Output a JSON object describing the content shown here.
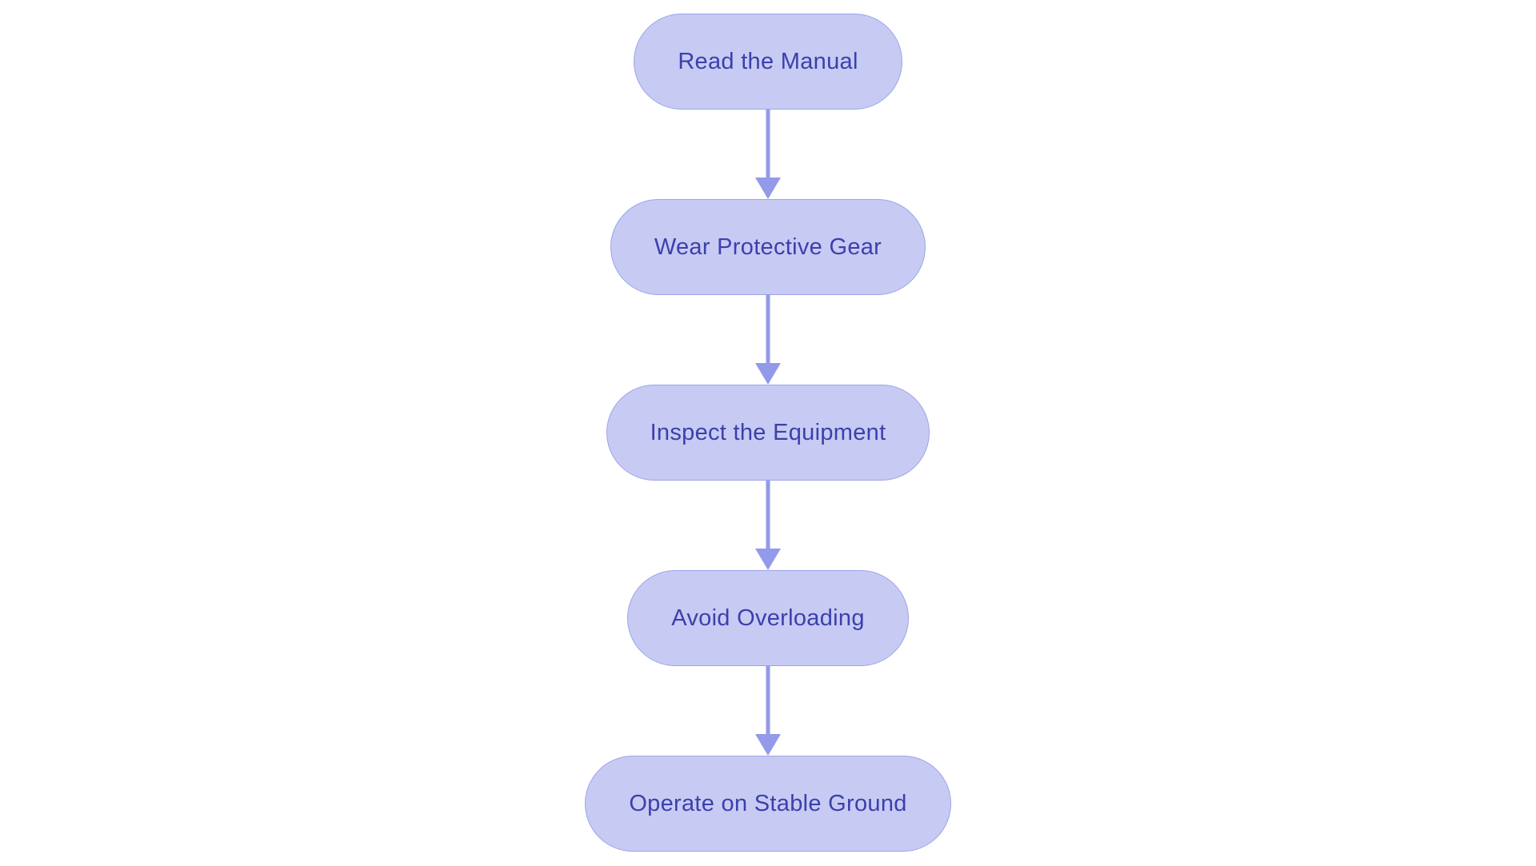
{
  "diagram": {
    "type": "flowchart",
    "direction": "top-to-bottom",
    "colors": {
      "background": "#ffffff",
      "node_fill": "#c7cbf4",
      "node_border": "#9da3e8",
      "node_text": "#3c40ab",
      "arrow": "#939aea"
    },
    "nodes": [
      {
        "id": "n1",
        "label": "Read the Manual"
      },
      {
        "id": "n2",
        "label": "Wear Protective Gear"
      },
      {
        "id": "n3",
        "label": "Inspect the Equipment"
      },
      {
        "id": "n4",
        "label": "Avoid Overloading"
      },
      {
        "id": "n5",
        "label": "Operate on Stable Ground"
      }
    ],
    "edges": [
      {
        "from": "n1",
        "to": "n2"
      },
      {
        "from": "n2",
        "to": "n3"
      },
      {
        "from": "n3",
        "to": "n4"
      },
      {
        "from": "n4",
        "to": "n5"
      }
    ]
  }
}
